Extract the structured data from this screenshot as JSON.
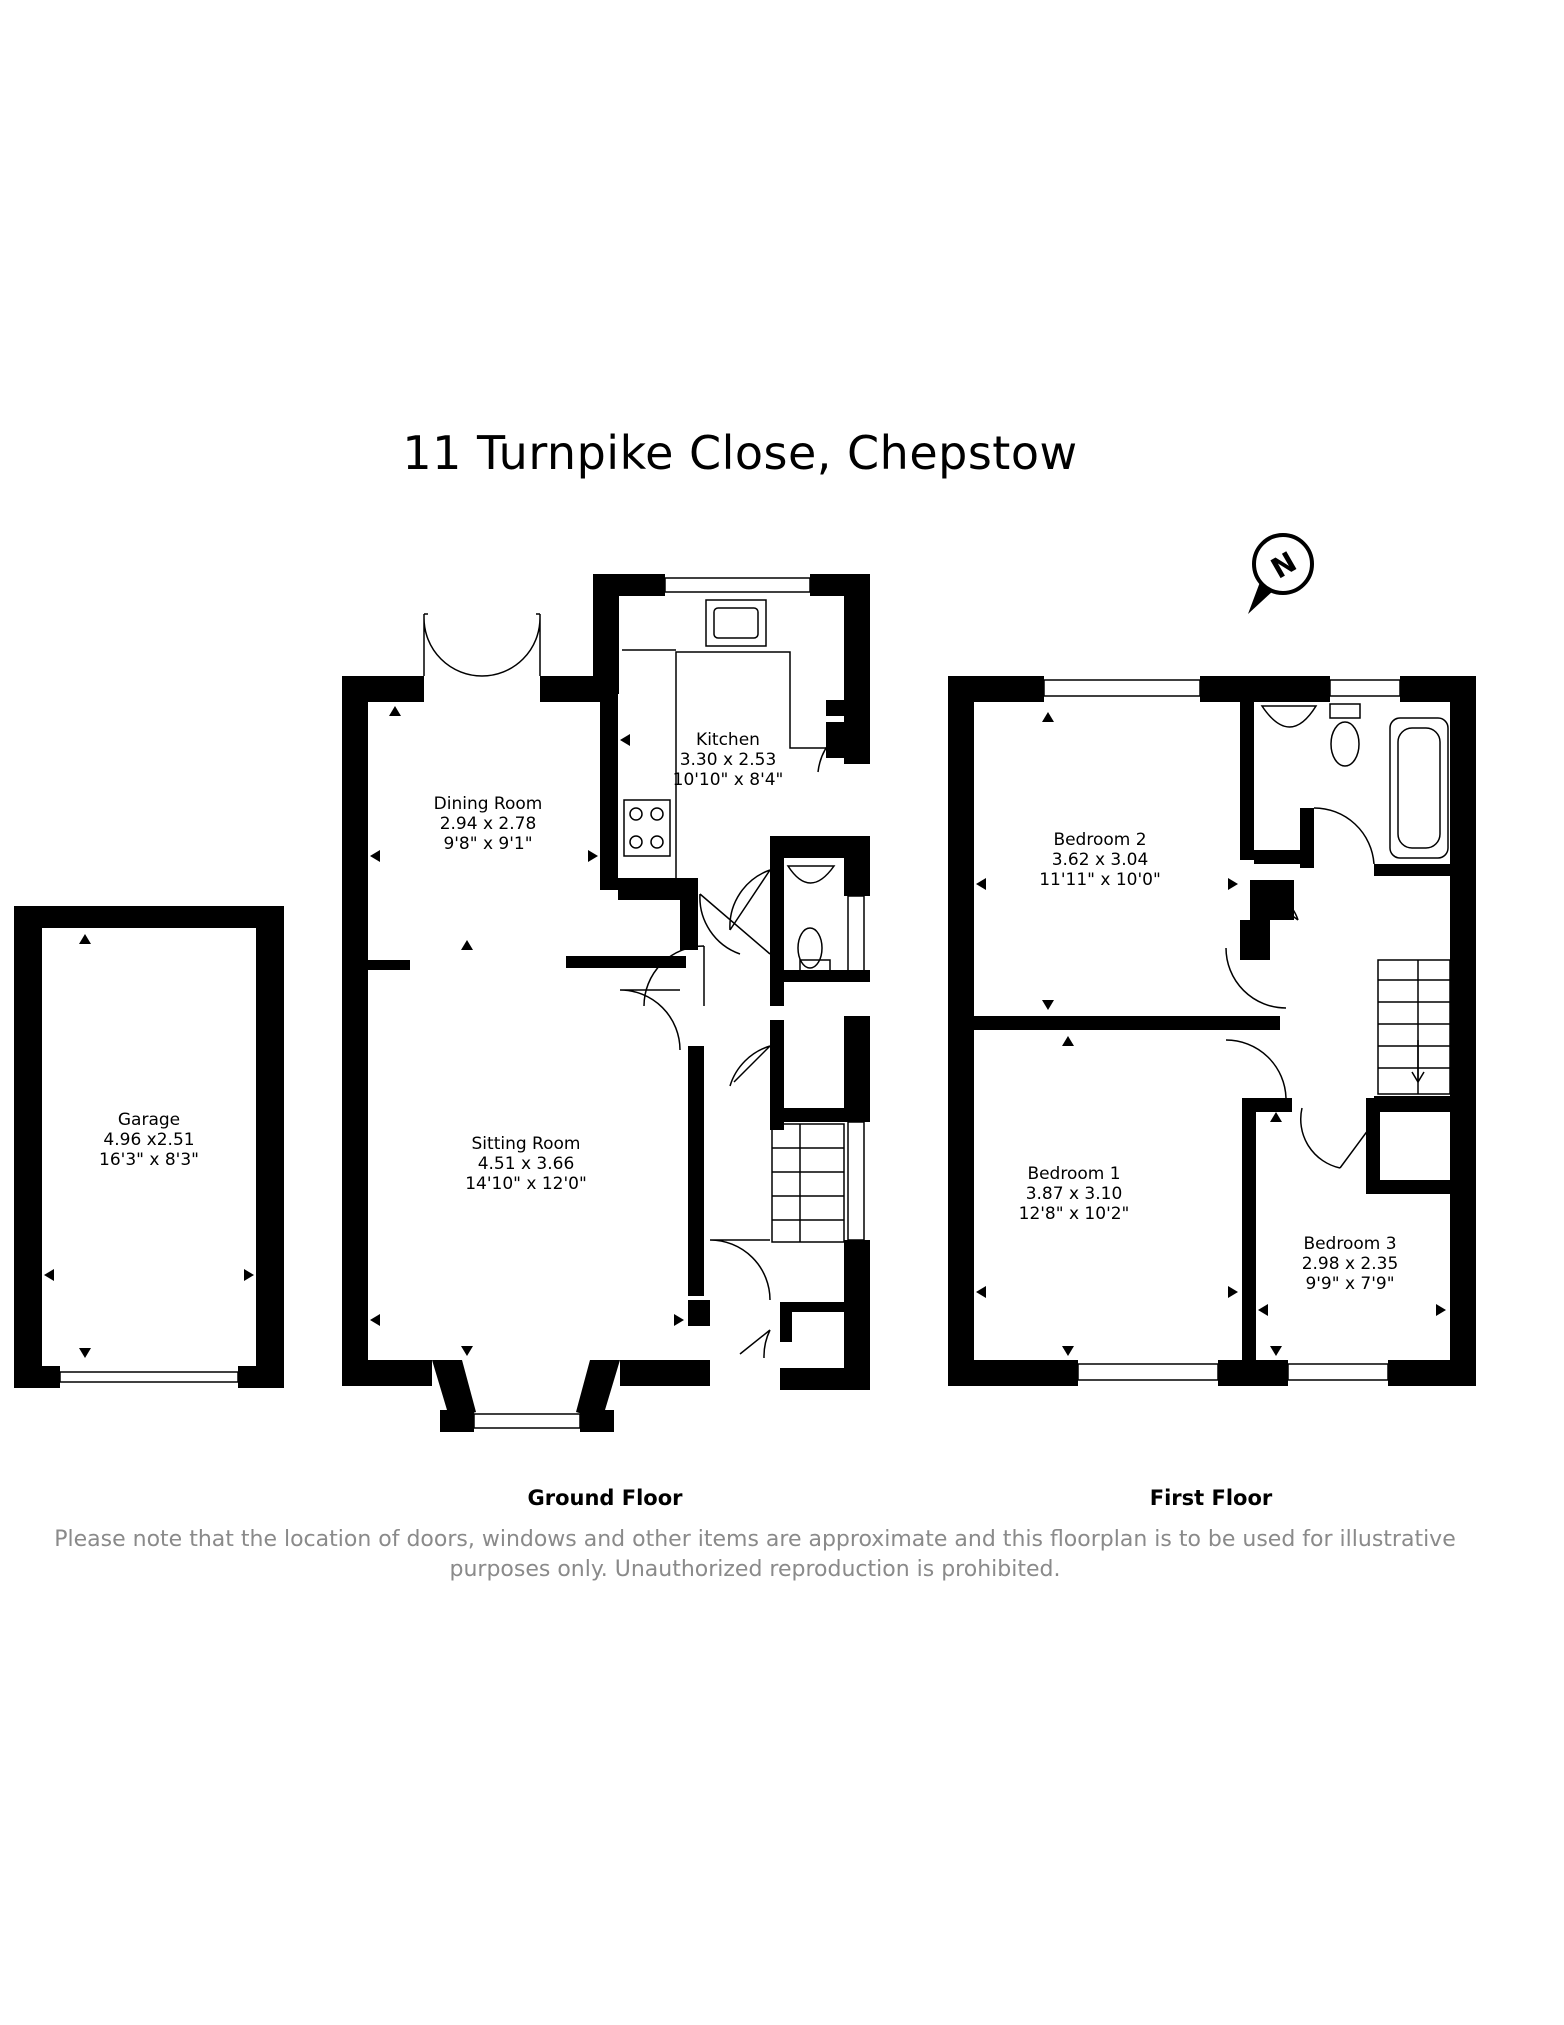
{
  "title": "11 Turnpike Close, Chepstow",
  "floors": {
    "ground": "Ground Floor",
    "first": "First Floor"
  },
  "rooms": {
    "garage": {
      "name": "Garage",
      "metric": "4.96 x2.51",
      "imperial": "16'3\" x 8'3\""
    },
    "dining": {
      "name": "Dining Room",
      "metric": "2.94 x 2.78",
      "imperial": "9'8\" x 9'1\""
    },
    "kitchen": {
      "name": "Kitchen",
      "metric": "3.30 x 2.53",
      "imperial": "10'10\" x 8'4\""
    },
    "sitting": {
      "name": "Sitting Room",
      "metric": "4.51 x 3.66",
      "imperial": "14'10\" x 12'0\""
    },
    "bed2": {
      "name": "Bedroom 2",
      "metric": "3.62 x 3.04",
      "imperial": "11'11\" x 10'0\""
    },
    "bed1": {
      "name": "Bedroom 1",
      "metric": "3.87 x 3.10",
      "imperial": "12'8\" x 10'2\""
    },
    "bed3": {
      "name": "Bedroom 3",
      "metric": "2.98 x 2.35",
      "imperial": "9'9\" x 7'9\""
    }
  },
  "compass_letter": "N",
  "note": "Please note that the location of doors, windows and other items are approximate and this floorplan is to be used for illustrative purposes only. Unauthorized reproduction is prohibited.",
  "colors": {
    "wall": "#000000",
    "note_text": "#8a8a8a"
  }
}
